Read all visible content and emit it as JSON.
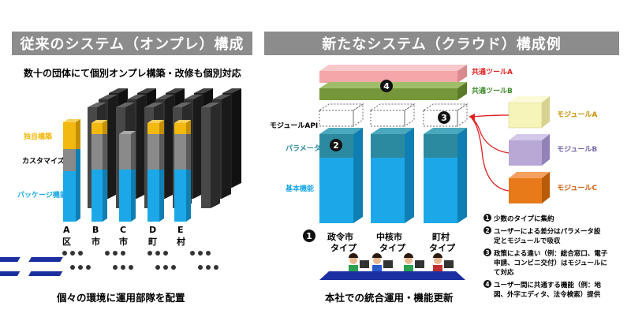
{
  "left": {
    "header": "従来のシステム（オンプレ）構成",
    "subtitle": "数十の団体にて個別オンプレ構築・改修も個別対応",
    "layer_labels": {
      "custom": "独自構築",
      "customize": "カスタマイズ",
      "package": "パッケージ機能"
    },
    "columns": [
      {
        "top": "A",
        "bottom": "区"
      },
      {
        "top": "B",
        "bottom": "市"
      },
      {
        "top": "C",
        "bottom": "市"
      },
      {
        "top": "D",
        "bottom": "町"
      },
      {
        "top": "E",
        "bottom": "村"
      }
    ],
    "caption": "個々の環境に運用部隊を配置"
  },
  "right": {
    "header": "新たなシステム（クラウド）構成例",
    "tool_a": "共通ツールA",
    "tool_b": "共通ツールB",
    "layer_labels": {
      "module_api": "モジュールAPI",
      "parameter": "パラメータ",
      "basic": "基本機能"
    },
    "types": [
      {
        "l1": "政令市",
        "l2": "タイプ"
      },
      {
        "l1": "中核市",
        "l2": "タイプ"
      },
      {
        "l1": "町村",
        "l2": "タイプ"
      }
    ],
    "modules": [
      "モジュールA",
      "モジュールB",
      "モジュールC"
    ],
    "badges": {
      "n1": "1",
      "n2": "2",
      "n3": "3",
      "n4": "4"
    },
    "notes": [
      {
        "num": "1",
        "lines": [
          "少数のタイプに集約"
        ]
      },
      {
        "num": "2",
        "lines": [
          "ユーザーによる差分はパラメータ設",
          "定とモジュールで吸収"
        ]
      },
      {
        "num": "3",
        "lines": [
          "政策による違い（例：総合窓口、電子",
          "申請、コンビニ交付）はモジュールに",
          "て対応"
        ]
      },
      {
        "num": "4",
        "lines": [
          "ユーザー間に共通する機能（例：地",
          "図、外字エディタ、法令検索）提供"
        ]
      }
    ],
    "caption": "本社での統合運用・機能更新"
  },
  "colors": {
    "header_bg": "#8c8c8c",
    "package_blue": "#1ca8e8",
    "customize_gray": "#8a8a8a",
    "custom_yellow": "#f2b90f",
    "tool_a_pink": "#f4a6a8",
    "tool_b_green": "#76963a",
    "teal": "#2c8aa0",
    "module_a": "#f6f4b8",
    "module_b": "#b8a8d6",
    "module_c": "#e87a1a",
    "label_red": "#e02020"
  }
}
